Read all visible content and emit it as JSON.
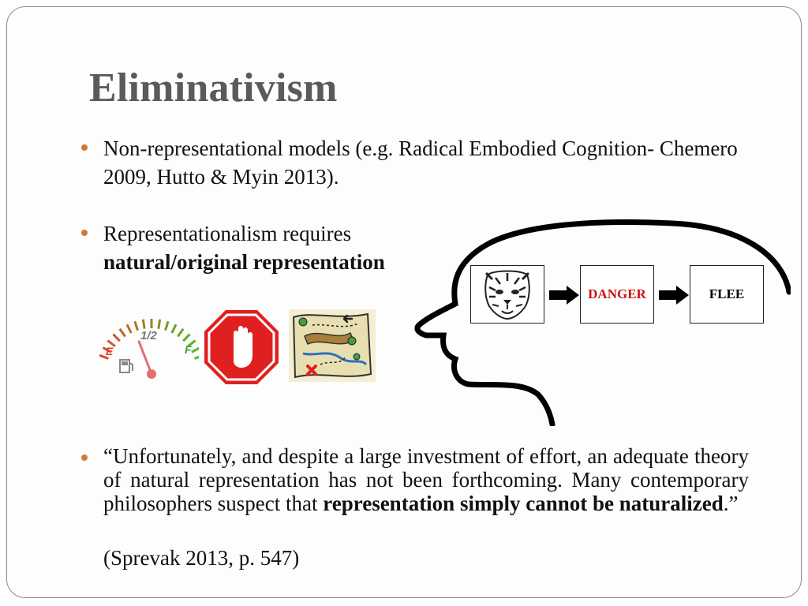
{
  "slide": {
    "title": "Eliminativism",
    "bullets": [
      {
        "text": "Non-representational models (e.g. Radical Embodied Cognition- Chemero 2009, Hutto & Myin 2013)."
      },
      {
        "line1": "Representationalism requires",
        "line2_bold": "natural/original representation"
      },
      {
        "quote_open": "“Unfortunately, and despite a large investment of effort, an adequate theory of natural representation has not been forthcoming.  Many contemporary philosophers suspect that ",
        "quote_bold": "representation simply cannot be naturalized",
        "quote_close": ".”",
        "citation": "(Sprevak 2013, p. 547)"
      }
    ],
    "diagram": {
      "danger_label": "DANGER",
      "flee_label": "FLEE",
      "danger_color": "#cc1111"
    },
    "gauge": {
      "e_label": "E",
      "f_label": "F",
      "half_label": "1/2",
      "level": 0.35
    },
    "colors": {
      "bullet": "#d07a38",
      "title": "#5a5a5a",
      "stop_red": "#e02020"
    },
    "icons": [
      "tiger-face-icon",
      "fuel-gauge-icon",
      "stop-hand-sign-icon",
      "treasure-map-icon"
    ]
  }
}
